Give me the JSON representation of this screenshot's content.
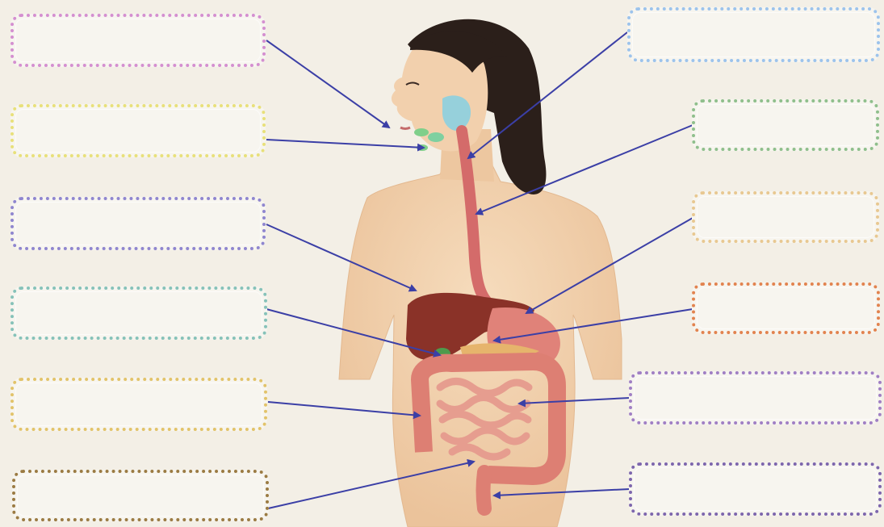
{
  "diagram": {
    "title": "",
    "arrow_color": "#3b3fa6",
    "skin_color": "#f1cfa9",
    "hair_color": "#2b1f1a",
    "label_boxes": {
      "left": [
        {
          "id": "mouth",
          "border": "#d48fd0",
          "text": ""
        },
        {
          "id": "salivary-glands",
          "border": "#e8e07a",
          "text": ""
        },
        {
          "id": "liver",
          "border": "#8f86cf",
          "text": ""
        },
        {
          "id": "gallbladder",
          "border": "#86c2b9",
          "text": ""
        },
        {
          "id": "large-intestine",
          "border": "#e2c36a",
          "text": ""
        },
        {
          "id": "rectum",
          "border": "#9b7b43",
          "text": ""
        }
      ],
      "right": [
        {
          "id": "pharynx",
          "border": "#9cc3ec",
          "text": ""
        },
        {
          "id": "esophagus",
          "border": "#8fbf8c",
          "text": ""
        },
        {
          "id": "stomach",
          "border": "#e8c891",
          "text": ""
        },
        {
          "id": "pancreas",
          "border": "#e2834f",
          "text": ""
        },
        {
          "id": "small-intestine",
          "border": "#a07fc4",
          "text": ""
        },
        {
          "id": "anus",
          "border": "#7d66ad",
          "text": ""
        }
      ]
    }
  }
}
